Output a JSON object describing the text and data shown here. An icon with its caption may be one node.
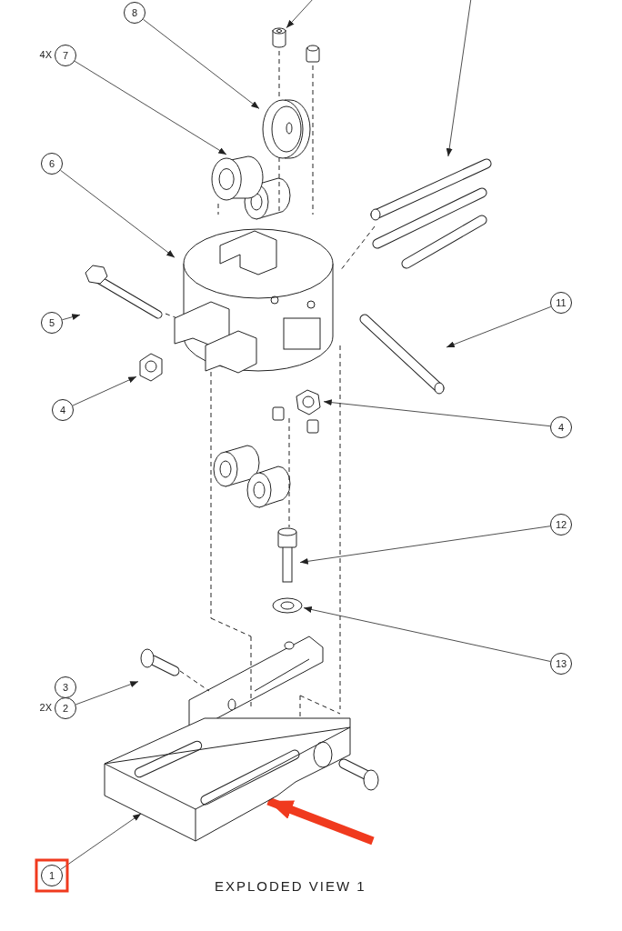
{
  "diagram": {
    "caption": "EXPLODED VIEW 1",
    "nodes": [
      {
        "text": [
          "8"
        ]
      },
      {
        "text": [
          "7"
        ],
        "beside": [
          "4X"
        ]
      },
      {
        "text": [
          "6"
        ]
      },
      {
        "text": [
          "5"
        ]
      },
      {
        "text": [
          "4"
        ]
      },
      {
        "text": [
          "11"
        ]
      },
      {
        "text": [
          "4"
        ]
      },
      {
        "text": [
          "12"
        ]
      },
      {
        "text": [
          "13"
        ]
      },
      {
        "text": [
          "3"
        ]
      },
      {
        "text": [
          "2"
        ],
        "beside": [
          "2X"
        ]
      },
      {
        "text": [
          "1"
        ]
      },
      {
        "text": [],
        "shape": "cylinder"
      },
      {
        "text": [],
        "shape": "picture"
      },
      {
        "text": [],
        "shape": "cylinder"
      },
      {
        "text": [],
        "shape": "picture"
      },
      {
        "text": [],
        "shape": "picture"
      },
      {
        "text": [],
        "shape": "picture"
      },
      {
        "text": [],
        "shape": "picture"
      },
      {
        "text": [],
        "shape": "picture"
      },
      {
        "text": [],
        "shape": "picture"
      },
      {
        "text": [],
        "shape": "picture"
      },
      {
        "text": [],
        "shape": "picture"
      },
      {
        "text": [],
        "shape": "picture"
      },
      {
        "text": [],
        "shape": "picture"
      }
    ],
    "edges": [
      {
        "from": null,
        "to": 12,
        "arrow": "to"
      },
      {
        "from": 0,
        "to": 13,
        "arrow": "to"
      },
      {
        "from": null,
        "to": 18,
        "arrow": "to"
      },
      {
        "from": 1,
        "to": 14,
        "arrow": "to"
      },
      {
        "from": 2,
        "to": 15,
        "arrow": "to"
      },
      {
        "from": 3,
        "to": 16,
        "arrow": "to"
      },
      {
        "from": 5,
        "to": 19,
        "arrow": "to"
      },
      {
        "from": 4,
        "to": 17,
        "arrow": "to"
      },
      {
        "from": 6,
        "to": 20,
        "arrow": "to"
      },
      {
        "from": 7,
        "to": 21,
        "arrow": "to"
      },
      {
        "from": 8,
        "to": 22,
        "arrow": "to"
      },
      {
        "from": 10,
        "to": 23,
        "arrow": "to"
      },
      {
        "from": 11,
        "to": 24,
        "arrow": "to"
      },
      {
        "from": null,
        "to": 24,
        "arrow": "to",
        "style": "thick",
        "color": "#f03a1e"
      }
    ]
  }
}
